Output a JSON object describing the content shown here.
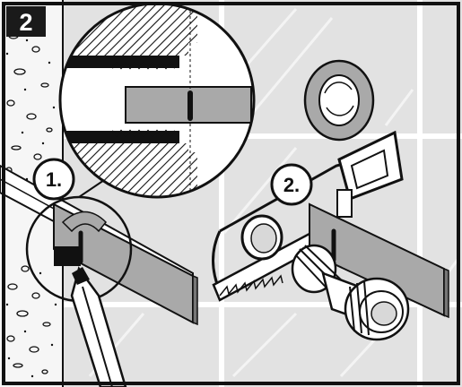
{
  "figure": {
    "step_number": "2",
    "callout_1": "1.",
    "callout_2": "2."
  },
  "colors": {
    "ink": "#111111",
    "wall_bg": "#e4e4e4",
    "tile_bg": "#dcdcdc",
    "grout": "#ffffff",
    "plaster": "#f4f4f4",
    "part_gray": "#a9a9a9",
    "badge_bg": "#1a1a1a",
    "badge_text": "#ffffff"
  },
  "icons": {
    "main": "installation-step-illustration",
    "parts": [
      "masonry-wall",
      "tile-wall",
      "detail-magnifier",
      "threaded-fitting",
      "marker-pen",
      "hacksaw",
      "seal-ring",
      "threaded-adapter"
    ]
  }
}
